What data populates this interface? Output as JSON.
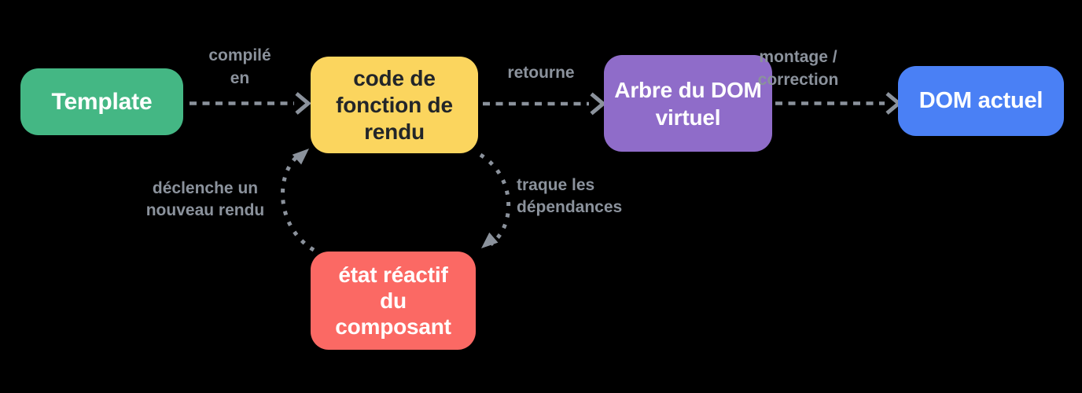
{
  "diagram": {
    "description_lang": "fr",
    "colors": {
      "background": "#000000",
      "node_green": "#44b784",
      "node_yellow": "#fbd55e",
      "node_purple": "#8f6cc9",
      "node_blue": "#4a80f5",
      "node_red": "#fb6964",
      "arrow_gray": "#8b929c",
      "text_light": "#ffffff",
      "text_dark": "#222529"
    },
    "nodes": {
      "template": {
        "label": "Template"
      },
      "render_function": {
        "lines": [
          "code de",
          "fonction de",
          "rendu"
        ]
      },
      "virtual_dom": {
        "lines": [
          "Arbre du DOM",
          "virtuel"
        ]
      },
      "actual_dom": {
        "label": "DOM actuel"
      },
      "reactive_state": {
        "lines": [
          "état réactif",
          "du",
          "composant"
        ]
      }
    },
    "edges": {
      "compile": {
        "lines": [
          "compilé",
          "en"
        ]
      },
      "returns": {
        "label": "retourne"
      },
      "mount": {
        "lines": [
          "montage /",
          "correction"
        ]
      },
      "triggers": {
        "lines": [
          "déclenche un",
          "nouveau rendu"
        ]
      },
      "tracks": {
        "lines": [
          "traque les",
          "dépendances"
        ]
      }
    }
  }
}
